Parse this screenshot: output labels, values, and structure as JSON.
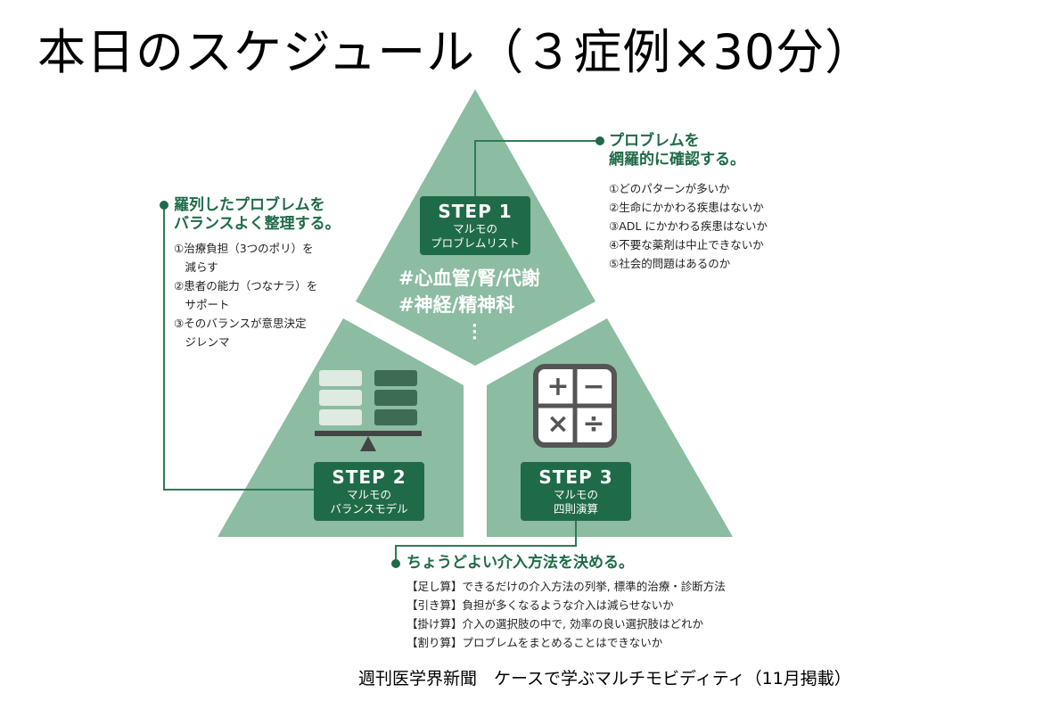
{
  "title": "本日のスケジュール（３症例×30分）",
  "colors": {
    "triangle": "#8cbca1",
    "dark_green": "#1f6b47",
    "line": "#2f7a55"
  },
  "step1": {
    "label": "STEP 1",
    "sub1": "マルモの",
    "sub2": "プロブレムリスト",
    "hash1": "#心血管/腎/代謝",
    "hash2": "#神経/精神科",
    "dots": "⋮"
  },
  "step2": {
    "label": "STEP 2",
    "sub1": "マルモの",
    "sub2": "バランスモデル"
  },
  "step3": {
    "label": "STEP 3",
    "sub1": "マルモの",
    "sub2": "四則演算"
  },
  "callout_right": {
    "title1": "プロブレムを",
    "title2": "網羅的に確認する。",
    "items": [
      "①どのパターンが多いか",
      "②生命にかかわる疾患はないか",
      "③ADL にかかわる疾患はないか",
      "④不要な薬剤は中止できないか",
      "⑤社会的問題はあるのか"
    ]
  },
  "callout_left": {
    "title1": "羅列したプロブレムを",
    "title2": "バランスよく整理する。",
    "items": [
      "①治療負担（3つのポリ）を",
      "　減らす",
      "②患者の能力（つなナラ）を",
      "　サポート",
      "③そのバランスが意思決定",
      "　ジレンマ"
    ]
  },
  "callout_bottom": {
    "title": "ちょうどよい介入方法を決める。",
    "items": [
      "【足し算】できるだけの介入方法の列挙, 標準的治療・診断方法",
      "【引き算】負担が多くなるような介入は減らせないか",
      "【掛け算】介入の選択肢の中で, 効率の良い選択肢はどれか",
      "【割り算】プロブレムをまとめることはできないか"
    ]
  },
  "calc_icons": {
    "plus": "+",
    "minus": "−",
    "times": "×",
    "divide": "÷"
  },
  "source": "週刊医学界新聞　ケースで学ぶマルチモビディティ（11月掲載）"
}
